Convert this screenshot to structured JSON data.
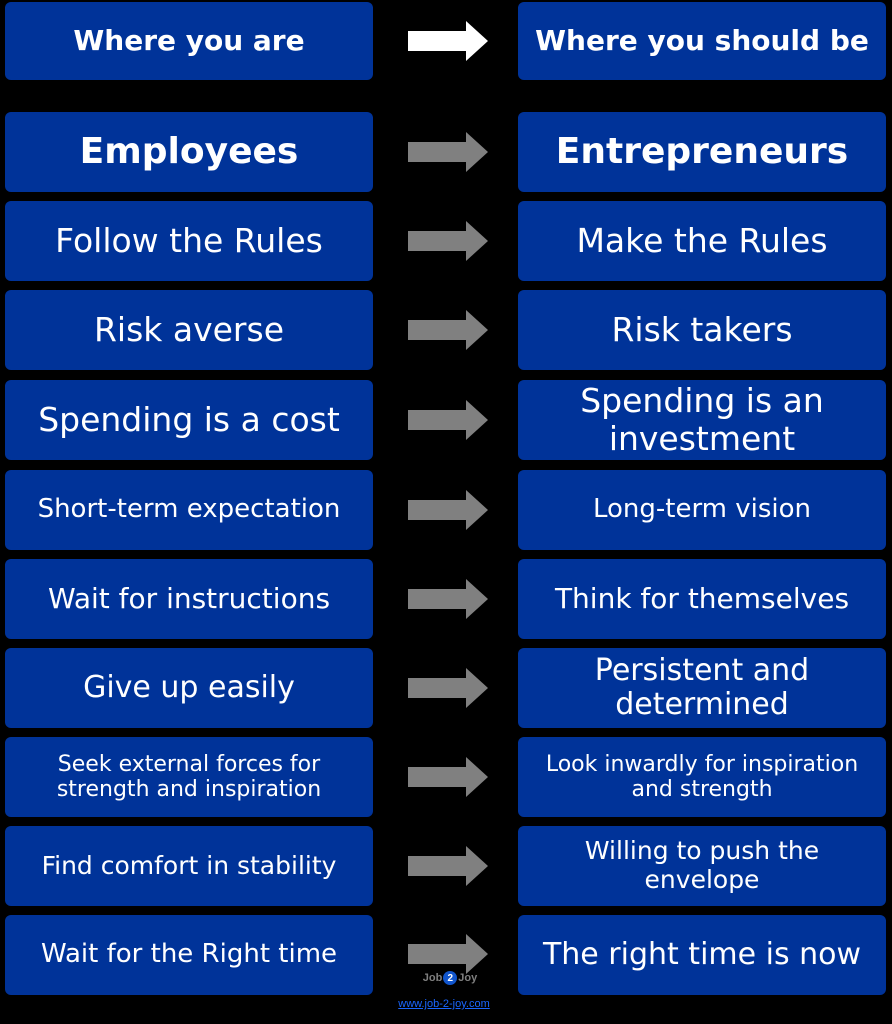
{
  "header": {
    "left": "Where you are",
    "right": "Where you should be",
    "arrow_color": "#ffffff"
  },
  "rows": [
    {
      "left": "Employees",
      "right": "Entrepreneurs"
    },
    {
      "left": "Follow the Rules",
      "right": "Make the Rules"
    },
    {
      "left": "Risk averse",
      "right": "Risk takers"
    },
    {
      "left": "Spending is a cost",
      "right": "Spending is an investment"
    },
    {
      "left": "Short-term expectation",
      "right": "Long-term vision"
    },
    {
      "left": "Wait for instructions",
      "right": "Think for themselves"
    },
    {
      "left": "Give up easily",
      "right": "Persistent and determined"
    },
    {
      "left": "Seek external forces for strength and inspiration",
      "right": "Look inwardly for inspiration and strength"
    },
    {
      "left": "Find comfort in stability",
      "right": "Willing to push the envelope"
    },
    {
      "left": "Wait for the Right time",
      "right": "The right time is now"
    }
  ],
  "colors": {
    "box": "#003399",
    "background": "#000000",
    "arrow": "#808080",
    "text": "#ffffff"
  },
  "logo": {
    "left": "Job",
    "number": "2",
    "right": "Joy",
    "url": "www.job-2-joy.com"
  }
}
